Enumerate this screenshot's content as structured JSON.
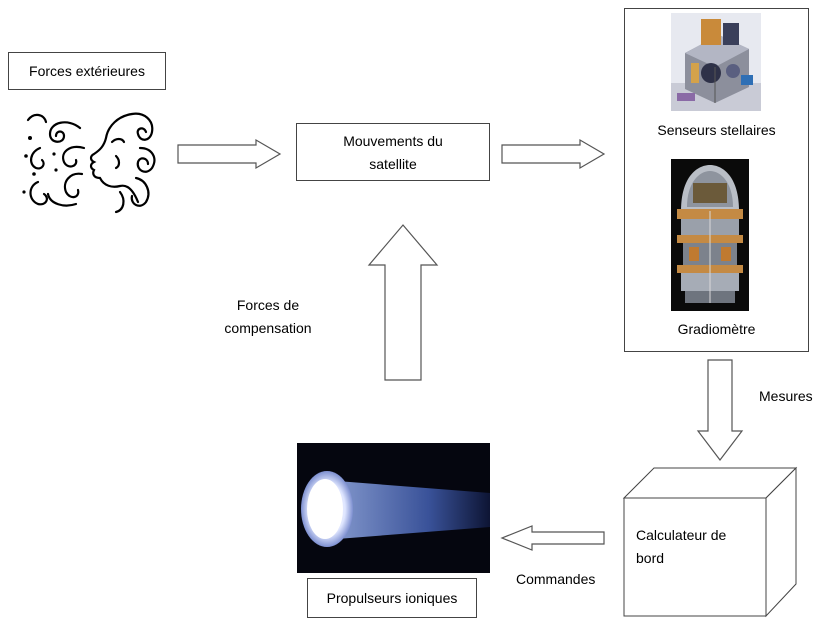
{
  "nodes": {
    "external_forces": {
      "label": "Forces extérieures"
    },
    "satellite_motion": {
      "label_line1": "Mouvements du",
      "label_line2": "satellite"
    },
    "star_sensors": {
      "label": "Senseurs stellaires"
    },
    "gradiometer": {
      "label": "Gradiomètre"
    },
    "onboard_computer": {
      "label_line1": "Calculateur de",
      "label_line2": "bord"
    },
    "ion_thrusters": {
      "label": "Propulseurs ioniques"
    }
  },
  "edge_labels": {
    "compensation_line1": "Forces de",
    "compensation_line2": "compensation",
    "measures": "Mesures",
    "commands": "Commandes"
  }
}
